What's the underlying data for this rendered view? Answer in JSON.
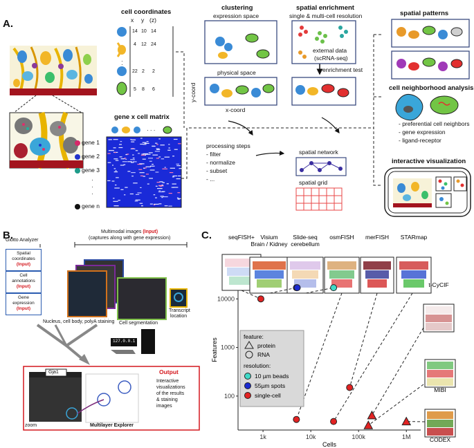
{
  "panels": {
    "a": "A.",
    "b": "B.",
    "c": "C."
  },
  "panelA": {
    "cell_coordinates": {
      "title": "cell coordinates",
      "header": [
        "x",
        "y",
        "(z)"
      ],
      "rows": [
        [
          "14",
          "10",
          "14"
        ],
        [
          "4",
          "12",
          "24"
        ],
        [
          "22",
          "2",
          "2"
        ],
        [
          "5",
          "8",
          "6"
        ]
      ]
    },
    "gene_matrix": {
      "title": "gene x cell matrix",
      "genes": [
        "gene 1",
        "gene 2",
        "gene 3",
        "gene n"
      ],
      "gene_colors": [
        "#d6286a",
        "#2233cc",
        "#1f9c8a",
        "#111111"
      ]
    },
    "clustering": {
      "title": "clustering",
      "expression": "expression space",
      "physical": "physical space",
      "ycoord": "y-coord",
      "xcoord": "x-coord"
    },
    "enrichment": {
      "title": "spatial enrichment",
      "subtitle": "single & multi-cell resolution",
      "external": "external data",
      "external2": "(scRNA-seq)",
      "test": "enrichment test"
    },
    "processing": {
      "title": "processing steps",
      "steps": [
        "- filter",
        "- normalize",
        "- subset",
        "- ..."
      ]
    },
    "network": "spatial network",
    "grid": "spatial grid",
    "patterns": "spatial patterns",
    "neighborhood": {
      "title": "cell neighborhood analysis",
      "items": [
        "- preferential cell neighbors",
        "- gene expression",
        "- ligand-receptor"
      ]
    },
    "interactive": "interactive visualization"
  },
  "panelB": {
    "analyzer": "Giotto Analyzer",
    "inputs": [
      {
        "line1": "Spatial",
        "line2": "coordinates",
        "tag": "(Input)"
      },
      {
        "line1": "Cell",
        "line2": "annotations",
        "tag": "(Input)"
      },
      {
        "line1": "Gene",
        "line2": "expression",
        "tag": "(Input)"
      }
    ],
    "multimodal_title": "Multimodal images",
    "multimodal_tag": "(Input)",
    "multimodal_sub": "(captures along with gene expression)",
    "staining": "Nucleus, cell body, polyA staining",
    "segmentation": "Cell segmentation",
    "transcript": "Transcript",
    "transcript2": "location",
    "ip": "127.0.0.1",
    "gene_label": "Gja1",
    "output": "Output",
    "output_desc": [
      "Interactive",
      "visualizations",
      "of the results",
      "& staining",
      "images"
    ],
    "zoom": "zoom",
    "explorer": "Multilayer Explorer"
  },
  "chart_data": {
    "type": "scatter",
    "xlabel": "Cells",
    "ylabel": "Features",
    "xscale": "log",
    "yscale": "log",
    "xticks": [
      "1k",
      "10k",
      "100k",
      "1M"
    ],
    "yticks": [
      "100",
      "1000",
      "10000"
    ],
    "xlim": [
      300,
      2000000
    ],
    "ylim": [
      20,
      40000
    ],
    "technologies_top": [
      "seqFISH+",
      "Visium\nBrain / Kidney",
      "Slide-seq\ncerebellum",
      "osmFISH",
      "merFISH",
      "STARmap"
    ],
    "technologies_side": [
      "t-CyCIF",
      "MIBI",
      "CODEX"
    ],
    "points": [
      {
        "name": "seqFISH+",
        "x": 900,
        "y": 10000,
        "feature": "RNA",
        "resolution": "single-cell"
      },
      {
        "name": "Visium",
        "x": 5000,
        "y": 17000,
        "feature": "RNA",
        "resolution": "55um spots"
      },
      {
        "name": "Visium",
        "x": 5200,
        "y": 17000,
        "feature": "RNA",
        "resolution": "55um spots"
      },
      {
        "name": "Slide-seq",
        "x": 30000,
        "y": 17000,
        "feature": "RNA",
        "resolution": "10um beads"
      },
      {
        "name": "osmFISH",
        "x": 5000,
        "y": 33,
        "feature": "RNA",
        "resolution": "single-cell"
      },
      {
        "name": "merFISH",
        "x": 65000,
        "y": 150,
        "feature": "RNA",
        "resolution": "single-cell"
      },
      {
        "name": "STARmap",
        "x": 30000,
        "y": 30,
        "feature": "RNA",
        "resolution": "single-cell"
      },
      {
        "name": "t-CyCIF",
        "x": 190000,
        "y": 40,
        "feature": "protein",
        "resolution": "single-cell"
      },
      {
        "name": "MIBI",
        "x": 160000,
        "y": 25,
        "feature": "protein",
        "resolution": "single-cell"
      },
      {
        "name": "CODEX",
        "x": 1000000,
        "y": 30,
        "feature": "protein",
        "resolution": "single-cell"
      }
    ],
    "legend": {
      "feature_title": "feature:",
      "features": [
        "protein",
        "RNA"
      ],
      "resolution_title": "resolution:",
      "resolutions": [
        {
          "label": "10 µm beads",
          "color": "#40d9c7"
        },
        {
          "label": "55µm spots",
          "color": "#1b2bd1"
        },
        {
          "label": "single-cell",
          "color": "#e22323"
        }
      ]
    }
  }
}
